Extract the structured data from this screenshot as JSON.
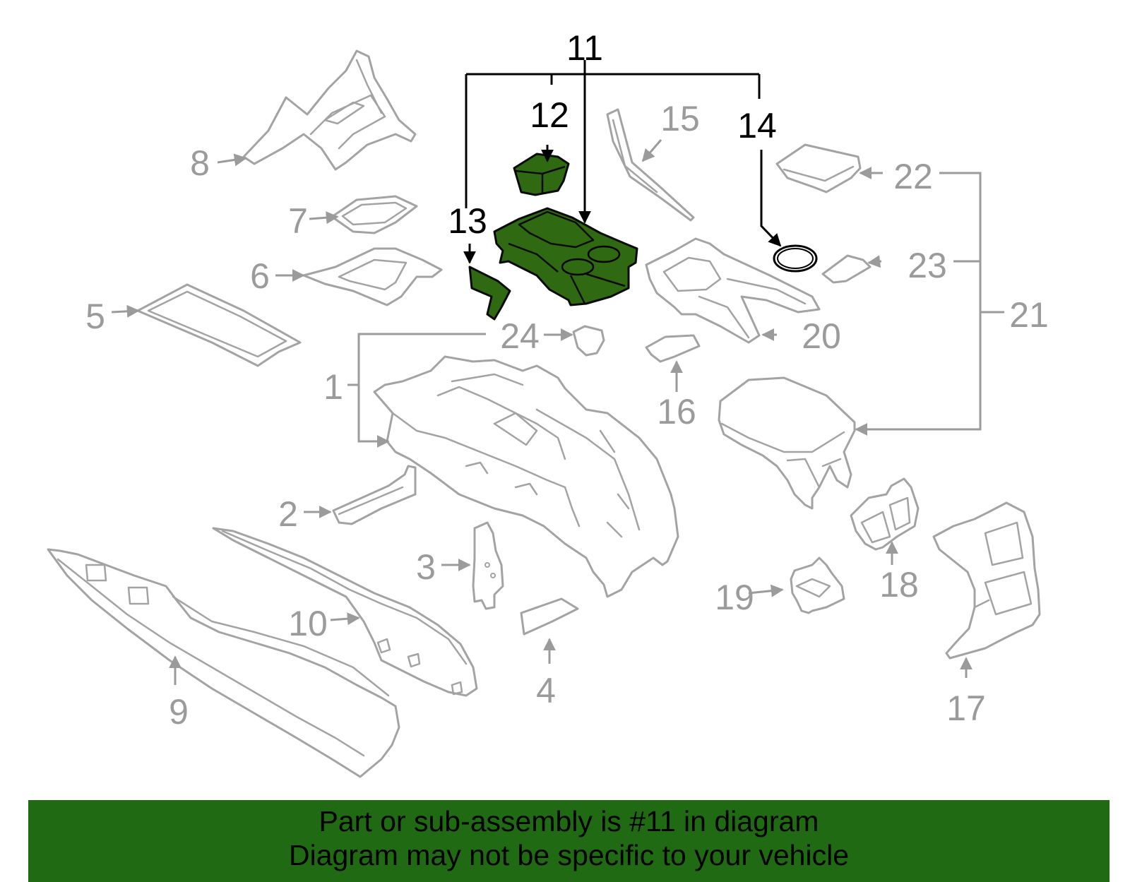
{
  "labels": {
    "p1": "1",
    "p2": "2",
    "p3": "3",
    "p4": "4",
    "p5": "5",
    "p6": "6",
    "p7": "7",
    "p8": "8",
    "p9": "9",
    "p10": "10",
    "p11": "11",
    "p12": "12",
    "p13": "13",
    "p14": "14",
    "p15": "15",
    "p16": "16",
    "p17": "17",
    "p18": "18",
    "p19": "19",
    "p20": "20",
    "p21": "21",
    "p22": "22",
    "p23": "23",
    "p24": "24"
  },
  "highlighted_part": "11",
  "colors": {
    "highlight_fill": "#2f6a12",
    "banner_bg": "#1f6a12",
    "part_line": "#a3a3a3",
    "label_gray": "#9b9b9b"
  },
  "banner": {
    "line1": "Part or sub-assembly is #11 in diagram",
    "line2": "Diagram may not be specific to your vehicle"
  }
}
